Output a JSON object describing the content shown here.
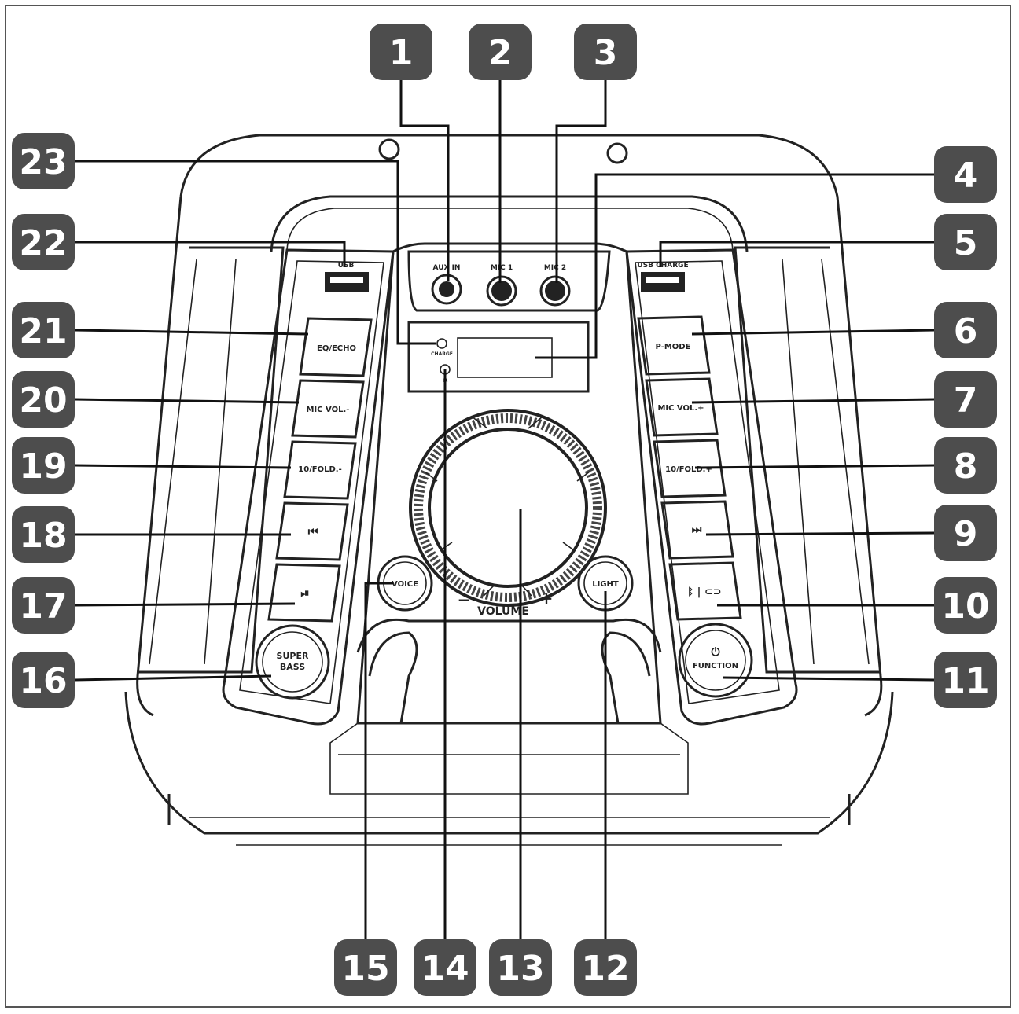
{
  "colors": {
    "badge": "#4d4d4d",
    "line": "#111111"
  },
  "controls": {
    "aux_in": "AUX IN",
    "mic1": "MIC 1",
    "mic2": "MIC 2",
    "usb": "USB",
    "usb_charge": "USB CHARGE",
    "eq_echo": "EQ/ECHO",
    "mic_vol_minus": "MIC VOL.-",
    "folder_minus": "10/FOLD.-",
    "prev": "⏮",
    "play_pause": "⏯",
    "super": "SUPER",
    "bass": "BASS",
    "p_mode": "P-MODE",
    "mic_vol_plus": "MIC VOL.+",
    "folder_plus": "10/FOLD.+",
    "next": "⏭",
    "bt_tws": "ᛒ | ⊂⊃",
    "power_icon": "⏻",
    "function": "FUNCTION",
    "voice": "VOICE",
    "light": "LIGHT",
    "volume": "VOLUME",
    "vol_minus": "−",
    "vol_plus": "+",
    "charge": "CHARGE",
    "ir": "IR"
  },
  "callouts": [
    "1",
    "2",
    "3",
    "4",
    "5",
    "6",
    "7",
    "8",
    "9",
    "10",
    "11",
    "12",
    "13",
    "14",
    "15",
    "16",
    "17",
    "18",
    "19",
    "20",
    "21",
    "22",
    "23"
  ]
}
